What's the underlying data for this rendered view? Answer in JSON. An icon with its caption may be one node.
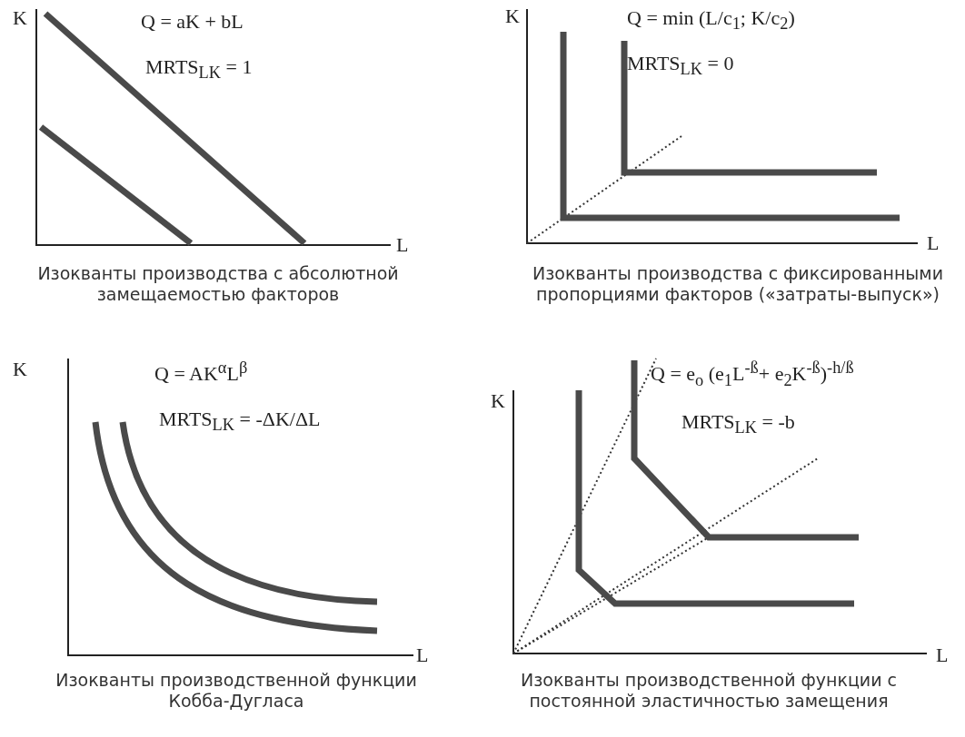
{
  "diagram": {
    "labels": [
      "K",
      "Q = aK + bL",
      "MRTS$_{LK}$ = 1",
      "L",
      "Изокванты производства с абсолютной замещаемостью факторов",
      "K",
      "Q = min (L/c$_{1}$; K/c$_{2}$)",
      "MRTS$_{LK}$ = 0",
      "L",
      "Изокванты производства с фиксированными пропорциями факторов («затраты-выпуск»)",
      "K",
      "Q = AK$^{α}$L$^{β}$",
      "MRTS$_{LK}$ = -ΔK/ΔL",
      "L",
      "Изокванты производственной функции Кобба-Дугласа",
      "K",
      "Q = e$_{o}$ (e$_{1}$L$^{-ß}$+ e$_{2}$K$^{-ß}$)$^{-h/ß}$",
      "MRTS$_{LK}$ = -b",
      "L",
      "Изокванты производственной функции с постоянной эластичностью замещения"
    ]
  }
}
